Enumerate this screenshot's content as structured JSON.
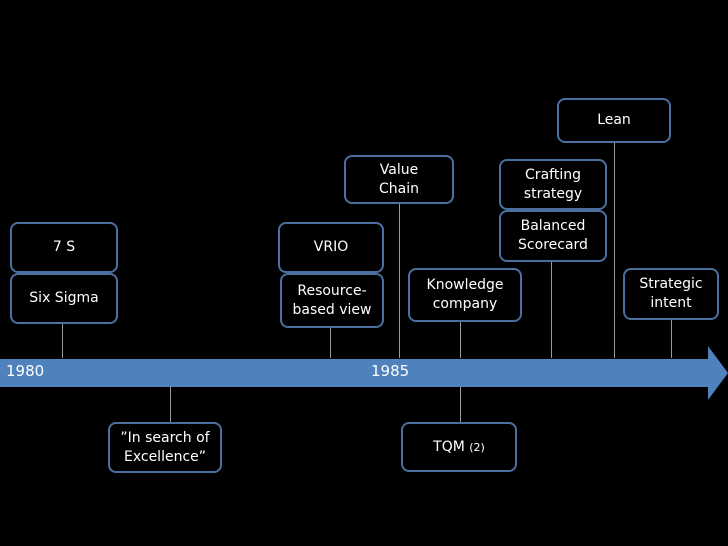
{
  "timeline": {
    "years": {
      "start": "1980",
      "mid": "1985"
    },
    "colors": {
      "arrow": "#4f81bd",
      "box_border": "#4a6fa0",
      "connector": "#9a9a9a",
      "background": "#000000"
    }
  },
  "boxes": {
    "seven_s": "7 S",
    "six_sigma": "Six Sigma",
    "in_search": "”In search of\nExcellence”",
    "vrio": "VRIO",
    "resource_based": "Resource-\nbased view",
    "value_chain": "Value\nChain",
    "knowledge": "Knowledge\ncompany",
    "tqm": "TQM",
    "tqm_note": "(2)",
    "crafting": "Crafting\nstrategy",
    "balanced": "Balanced\nScorecard",
    "lean": "Lean",
    "strategic_intent": "Strategic\nintent"
  }
}
